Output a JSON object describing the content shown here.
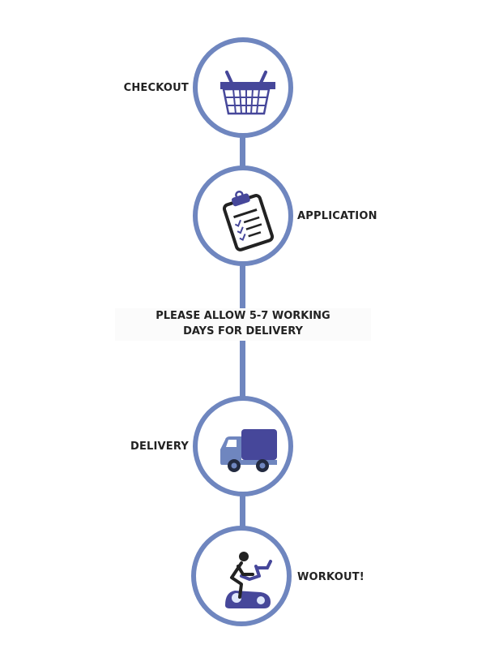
{
  "steps": [
    {
      "label": "CHECKOUT",
      "icon": "shopping-basket-icon"
    },
    {
      "label": "APPLICATION",
      "icon": "clipboard-checklist-icon"
    },
    {
      "label": "DELIVERY",
      "icon": "delivery-truck-icon"
    },
    {
      "label": "WORKOUT!",
      "icon": "exercise-bike-icon"
    }
  ],
  "note": {
    "line1": "PLEASE ALLOW 5-7 WORKING",
    "line2": "DAYS FOR DELIVERY"
  },
  "colors": {
    "ring": "#6f86bf",
    "icon_primary": "#46479a",
    "icon_light": "#6f86bf",
    "text": "#222222"
  }
}
